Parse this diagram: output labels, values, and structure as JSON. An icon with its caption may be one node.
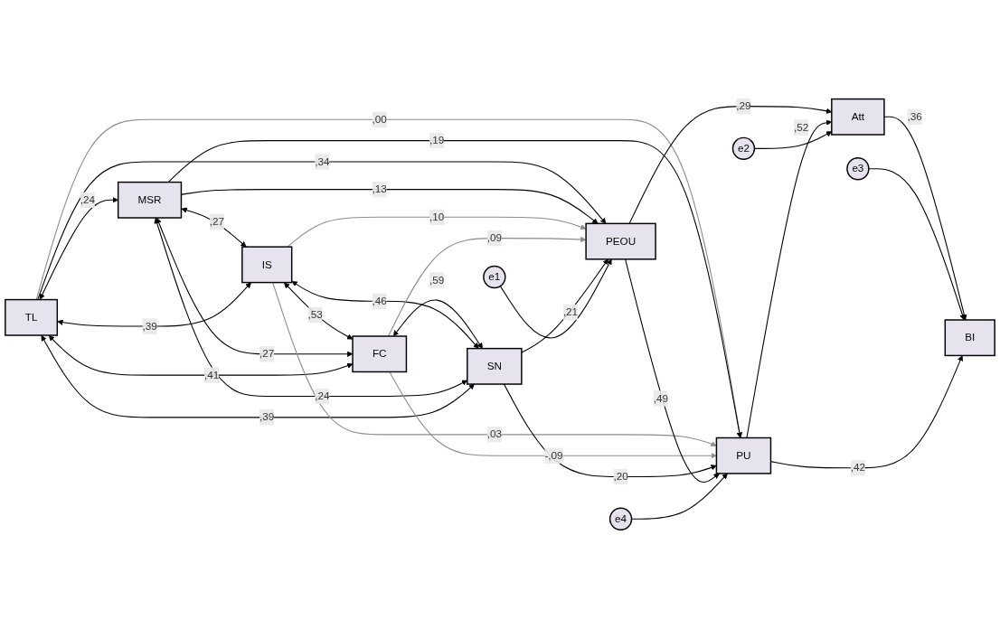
{
  "diagram": {
    "nodes": [
      {
        "text": [
          "TL"
        ]
      },
      {
        "text": [
          "MSR"
        ]
      },
      {
        "text": [
          "IS"
        ]
      },
      {
        "text": [
          "FC"
        ]
      },
      {
        "text": [
          "SN"
        ]
      },
      {
        "text": [
          "e1"
        ]
      },
      {
        "text": [
          "PEOU"
        ]
      },
      {
        "text": [
          "e2"
        ]
      },
      {
        "text": [
          "Att"
        ]
      },
      {
        "text": [
          "e3"
        ]
      },
      {
        "text": [
          "BI"
        ]
      },
      {
        "text": [
          "PU"
        ]
      },
      {
        "text": [
          "e4"
        ]
      }
    ],
    "edges": [
      {
        "from": 0,
        "to": 1,
        "arrow": "both",
        "label": ",24"
      },
      {
        "from": 1,
        "to": 2,
        "arrow": "both",
        "label": ",27"
      },
      {
        "from": 2,
        "to": 3,
        "arrow": "both",
        "label": ",53"
      },
      {
        "from": 3,
        "to": 4,
        "arrow": "both",
        "label": ",59"
      },
      {
        "from": 0,
        "to": 2,
        "arrow": "both",
        "label": ",39"
      },
      {
        "from": 1,
        "to": 3,
        "arrow": "both",
        "label": ",27"
      },
      {
        "from": 2,
        "to": 4,
        "arrow": "both",
        "label": ",46"
      },
      {
        "from": 0,
        "to": 3,
        "arrow": "both",
        "label": ",41"
      },
      {
        "from": 1,
        "to": 4,
        "arrow": "both",
        "label": ",24"
      },
      {
        "from": 0,
        "to": 4,
        "arrow": "both",
        "label": ",39"
      },
      {
        "from": 0,
        "to": 6,
        "arrow": "to",
        "label": ",34"
      },
      {
        "from": 0,
        "to": 11,
        "arrow": "to",
        "label": ",00",
        "color": "#8c8c8c"
      },
      {
        "from": 1,
        "to": 6,
        "arrow": "to",
        "label": ",13"
      },
      {
        "from": 1,
        "to": 11,
        "arrow": "to",
        "label": ",19"
      },
      {
        "from": 2,
        "to": 6,
        "arrow": "to",
        "label": ",10",
        "color": "#8c8c8c"
      },
      {
        "from": 2,
        "to": 11,
        "arrow": "to",
        "label": ",03",
        "color": "#8c8c8c"
      },
      {
        "from": 3,
        "to": 6,
        "arrow": "to",
        "label": ",09",
        "color": "#8c8c8c"
      },
      {
        "from": 3,
        "to": 11,
        "arrow": "to",
        "label": "-,09",
        "color": "#8c8c8c"
      },
      {
        "from": 4,
        "to": 6,
        "arrow": "to",
        "label": ",21"
      },
      {
        "from": 4,
        "to": 11,
        "arrow": "to",
        "label": ",20"
      },
      {
        "from": 5,
        "to": 6,
        "arrow": "to"
      },
      {
        "from": 6,
        "to": 8,
        "arrow": "to",
        "label": ",29"
      },
      {
        "from": 6,
        "to": 11,
        "arrow": "to",
        "label": ",49"
      },
      {
        "from": 11,
        "to": 8,
        "arrow": "to",
        "label": ",52"
      },
      {
        "from": 7,
        "to": 8,
        "arrow": "to"
      },
      {
        "from": 8,
        "to": 10,
        "arrow": "to",
        "label": ",36"
      },
      {
        "from": 9,
        "to": 10,
        "arrow": "to"
      },
      {
        "from": 11,
        "to": 10,
        "arrow": "to",
        "label": ",42"
      },
      {
        "from": 12,
        "to": 11,
        "arrow": "to"
      }
    ]
  }
}
